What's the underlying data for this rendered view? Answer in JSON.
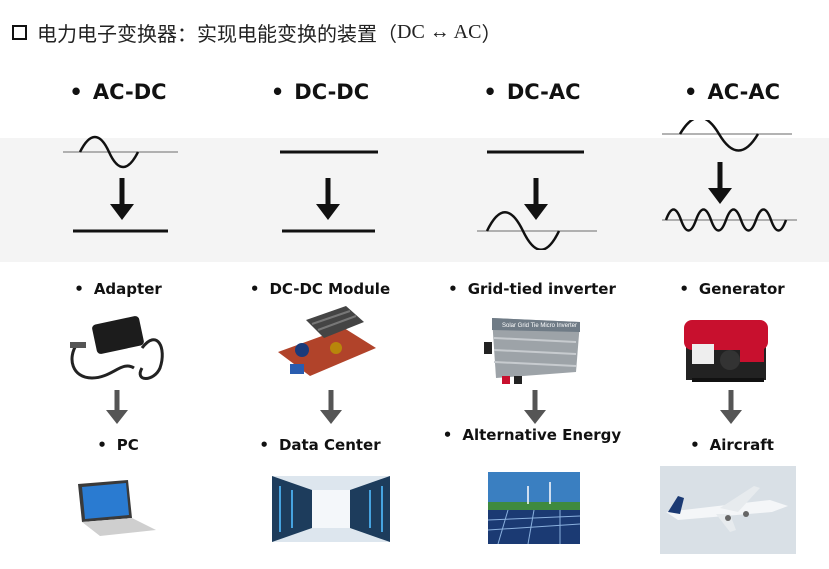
{
  "title": {
    "icon": "hollow-square-bullet",
    "text": "电力电子变换器：实现电能变换的装置（",
    "formula": "DC ↔ AC",
    "close": "）"
  },
  "columns": [
    {
      "heading": "AC-DC",
      "device": "Adapter",
      "load": "PC"
    },
    {
      "heading": "DC-DC",
      "device": "DC-DC Module",
      "load": "Data Center"
    },
    {
      "heading": "DC-AC",
      "device": "Grid-tied inverter",
      "load": "Alternative Energy"
    },
    {
      "heading": "AC-AC",
      "device": "Generator",
      "load": "Aircraft"
    }
  ],
  "inverter_label": "Solar Grid Tie Micro Inverter",
  "colors": {
    "accent_red": "#c8102e",
    "sky_blue": "#3a7fc1",
    "band": "#f4f4f4"
  }
}
